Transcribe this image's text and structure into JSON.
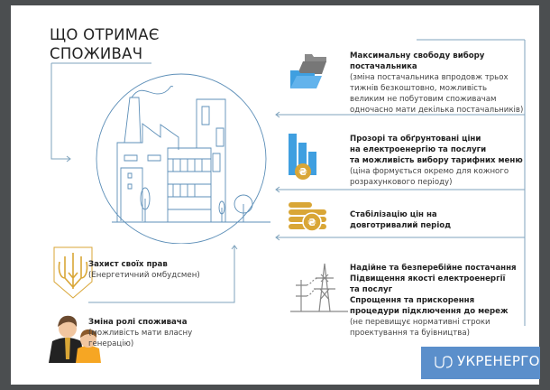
{
  "title": {
    "line1": "ЩО ОТРИМАЄ",
    "line2": "СПОЖИВАЧ"
  },
  "benefits": [
    {
      "icon": "folder-icon",
      "heading": [
        "Максимальну свободу вибору",
        "постачальника"
      ],
      "detail": [
        "(зміна постачальника впродовж трьох",
        "тижнів безкоштовно, можливість",
        "великим не побутовим споживачам",
        "одночасно мати декілька постачальників)"
      ]
    },
    {
      "icon": "price-bars-icon",
      "heading": [
        "Прозорі та обґрунтовані ціни",
        "на електроенергію та послуги",
        "та можливість вибору  тарифних меню"
      ],
      "detail": [
        "(ціна формується окремо для кожного",
        "розрахункового періоду)"
      ]
    },
    {
      "icon": "coins-icon",
      "heading": [
        "Стабілізацію цін на",
        "довготривалий період"
      ],
      "detail": []
    },
    {
      "icon": "power-tower-icon",
      "heading": [
        "Надійне та безперебійне постачання",
        "Підвищення якості електроенергії",
        "та послуг",
        "Спрощення та прискорення",
        "процедури підключення до мереж"
      ],
      "detail": [
        "(не перевищує нормативні строки",
        "проектування та буівництва)"
      ]
    }
  ],
  "left_items": [
    {
      "icon": "trident-coat-of-arms-icon",
      "heading": "Захист своїх прав",
      "detail": "(Енергетичний омбудсмен)"
    },
    {
      "icon": "people-icon",
      "heading": "Зміна ролі споживача",
      "detail": [
        "(можливість мати власну",
        "генерацію)"
      ]
    }
  ],
  "logo": {
    "text": "УКРЕНЕРГО",
    "color": "#5b8fcb"
  },
  "colors": {
    "line": "#7fa3bd",
    "gold": "#d9a636",
    "blue": "#3f9fe0",
    "gray": "#8a8a8a"
  }
}
